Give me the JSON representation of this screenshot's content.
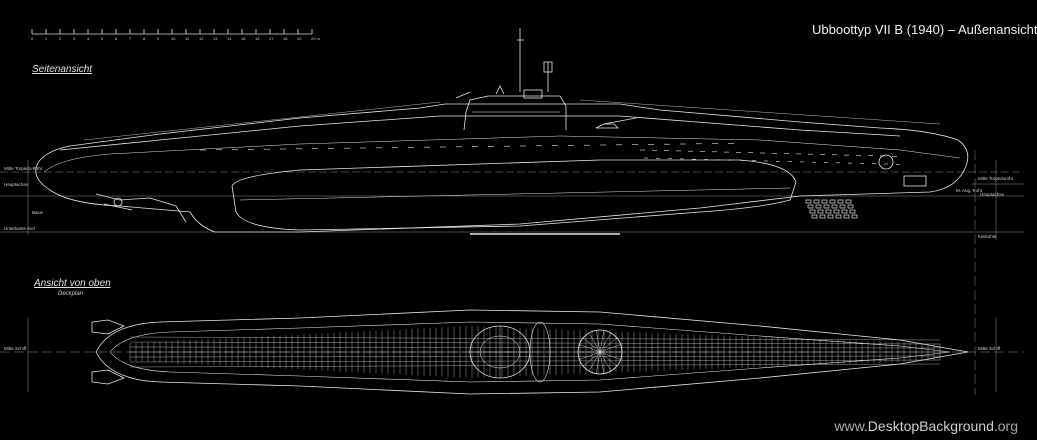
{
  "title": "Ubboottyp VII B (1940) – Außenansicht",
  "views": {
    "side": "Seitenansicht",
    "top": "Ansicht von oben",
    "top_sub": "Deckplan"
  },
  "scale_bar": {
    "ticks": [
      "0",
      "1",
      "2",
      "3",
      "4",
      "5",
      "6",
      "7",
      "8",
      "9",
      "10",
      "11",
      "12",
      "13",
      "14",
      "15",
      "16",
      "17",
      "18",
      "19",
      "20 m"
    ]
  },
  "annotations": {
    "mitte_torpedo_rohr": "Mitte Torpedo-Rohr",
    "hauptachse": "Hauptachse",
    "basis": "Basis",
    "unterkante_kiel": "Unterkante Kiel",
    "mitte_torpedorohr_bow": "Mitte Torpedorohr",
    "achse_rohr": "M. Aug. Rohr",
    "hauptachse_bow": "Hauptachse",
    "kielsohle": "Kielsohle",
    "mitte_schiff_left": "Mitte Schiff",
    "mitte_schiff_right": "Mitte Schiff"
  },
  "watermark": {
    "prefix": "www.",
    "name": "DesktopBackground",
    "suffix": ".org"
  },
  "colors": {
    "background": "#000000",
    "line": "#e8e8e8"
  }
}
